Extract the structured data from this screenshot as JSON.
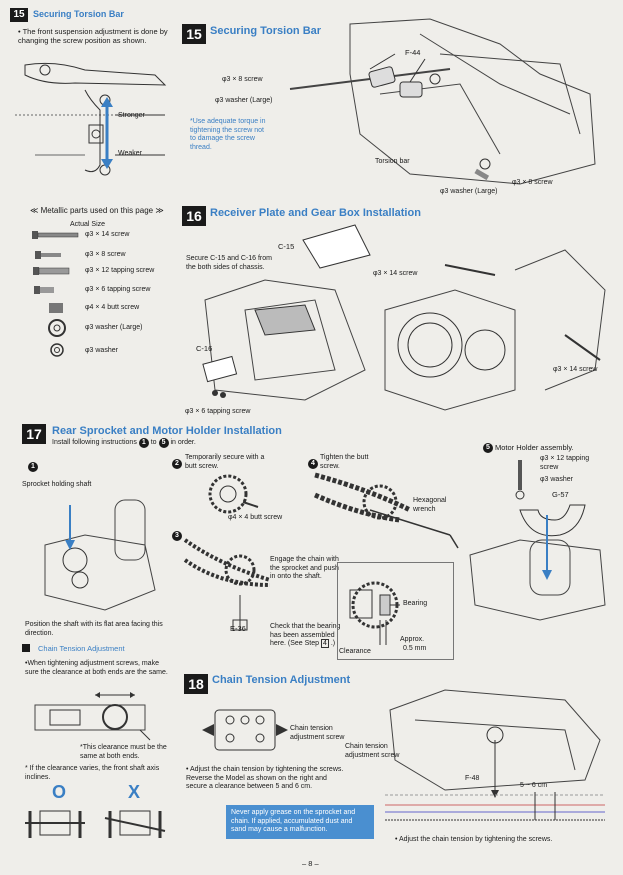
{
  "s15small": {
    "num": "15",
    "title": "Securing Torsion Bar",
    "desc": "• The front suspension adjustment is done by changing the screw position as shown.",
    "stronger": "Stronger",
    "weaker": "Weaker"
  },
  "metal": {
    "header": "≪ Metallic parts used on this page ≫",
    "actual": "Actual Size",
    "items": [
      "φ3 × 14 screw",
      "φ3 × 8 screw",
      "φ3 × 12 tapping screw",
      "φ3 × 6 tapping screw",
      "φ4 × 4 butt screw",
      "φ3 washer (Large)",
      "φ3 washer"
    ]
  },
  "s15": {
    "num": "15",
    "title": "Securing Torsion Bar",
    "part_f44": "F-44",
    "screw": "φ3 × 8 screw",
    "washer": "φ3 washer (Large)",
    "note": "*Use adequate torque in tightening the screw not to damage the screw thread.",
    "torsion": "Torsion bar",
    "screw2": "φ3 × 8 screw",
    "washer2": "φ3 washer (Large)"
  },
  "s16": {
    "num": "16",
    "title": "Receiver Plate and Gear Box Installation",
    "c15": "C-15",
    "secure": "Secure C-15 and C-16 from the both sides of chassis.",
    "c16": "C-16",
    "tap": "φ3 × 6 tapping screw",
    "screw14a": "φ3 × 14 screw",
    "screw14b": "φ3 × 14 screw"
  },
  "s17": {
    "num": "17",
    "title": "Rear Sprocket and Motor Holder Installation",
    "instr_pre": "Install following instructions",
    "instr_from": "1",
    "instr_to": "to",
    "instr_end": "5",
    "instr_post": "in order.",
    "step1_n": "1",
    "step1_label": "Sprocket holding shaft",
    "position": "Position the shaft with its flat area facing this direction.",
    "step2_n": "2",
    "step2_text": "Temporarily secure with a butt screw.",
    "butt": "φ4 × 4 butt screw",
    "step3_n": "3",
    "engage": "Engage the chain with the sprocket and push in onto the shaft.",
    "e36": "E-36",
    "check": "Check that the bearing has been assembled here. (See Step",
    "check_step": "4",
    "check_end": ".)",
    "step4_n": "4",
    "step4_text": "Tighten the butt screw.",
    "wrench": "Hexagonal wrench",
    "bearing": "Bearing",
    "approx": "Approx.",
    "mm": "0.5 mm",
    "clearance": "Clearance",
    "step5_n": "5",
    "step5_text": "Motor Holder assembly.",
    "tap12": "φ3 × 12 tapping screw",
    "washer": "φ3 washer",
    "g57": "G-57"
  },
  "chain_adj": {
    "title": "Chain Tension Adjustment",
    "bullet1": "•When tightening adjustment screws, make sure the clearance at both ends are the same.",
    "clear_note": "*This clearance must be the same at both ends.",
    "vary": "* If the clearance varies, the front shaft axis inclines.",
    "ok": "O",
    "ng": "X"
  },
  "s18": {
    "num": "18",
    "title": "Chain Tension Adjustment",
    "screw_label": "Chain tension adjustment screw",
    "screw_label2": "Chain tension adjustment screw",
    "adjust": "• Adjust the chain tension by tightening the screws. Reverse the Model as shown on the right and secure a clearance between 5 and 6 cm.",
    "f48": "F-48",
    "range": "5 ~ 6 cm",
    "warning": "Never apply grease on the sprocket and chain. If applied, accumulated dust and sand may cause a malfunction.",
    "bottom": "• Adjust the chain tension by tightening the screws."
  },
  "page": "– 8 –"
}
